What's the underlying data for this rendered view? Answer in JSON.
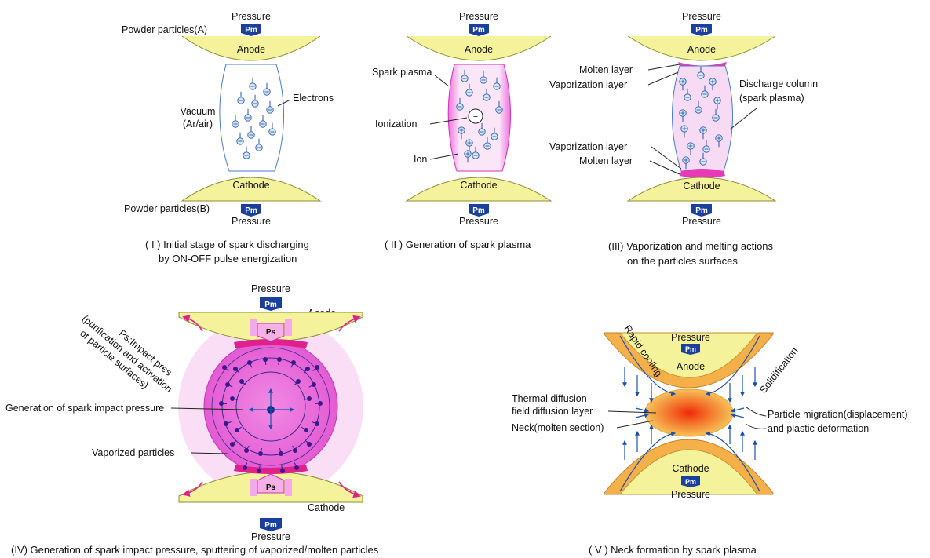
{
  "colors": {
    "electrode": "#f4f29a",
    "electrode_stroke": "#9a9a40",
    "plasma": "#f7d8f4",
    "plasma_edge": "#e040c8",
    "sphere": "#ec6fdc",
    "pm_badge": "#1a3f9c",
    "particle": "#3a68b8",
    "neck_outer": "#f5b04a",
    "neck_core": "#f03a10"
  },
  "panel1": {
    "pressure_top": "Pressure",
    "pressure_bottom": "Pressure",
    "pm_top": "Pm",
    "pm_bottom": "Pm",
    "powder_a": "Powder particles(A)",
    "powder_b": "Powder particles(B)",
    "anode": "Anode",
    "cathode": "Cathode",
    "vacuum_line1": "Vacuum",
    "vacuum_line2": "(Ar/air)",
    "electrons": "Electrons",
    "caption_line1": "( I ) Initial stage of spark discharging",
    "caption_line2": "by ON-OFF pulse energization"
  },
  "panel2": {
    "pressure_top": "Pressure",
    "pressure_bottom": "Pressure",
    "pm_top": "Pm",
    "pm_bottom": "Pm",
    "anode": "Anode",
    "cathode": "Cathode",
    "spark_plasma": "Spark plasma",
    "ionization": "Ionization",
    "ion": "Ion",
    "caption": "( II ) Generation of spark plasma"
  },
  "panel3": {
    "pressure_top": "Pressure",
    "pressure_bottom": "Pressure",
    "pm_top": "Pm",
    "pm_bottom": "Pm",
    "anode": "Anode",
    "cathode": "Cathode",
    "molten_top": "Molten layer",
    "vaporization_top": "Vaporization layer",
    "discharge_line1": "Discharge column",
    "discharge_line2": "(spark plasma)",
    "vaporization_bottom": "Vaporization layer",
    "molten_bottom": "Molten layer",
    "caption_line1": "(III) Vaporization and melting actions",
    "caption_line2": "on the particles surfaces"
  },
  "panel4": {
    "pressure_top": "Pressure",
    "pressure_bottom": "Pressure",
    "pm_top": "Pm",
    "pm_bottom": "Pm",
    "ps_top": "Ps",
    "ps_bottom": "Ps",
    "anode": "Anode",
    "cathode": "Cathode",
    "impact_line1": "Ps:Impact pres",
    "impact_line2": "(purification and activation",
    "impact_line3": "of particle surfaces)",
    "generation": "Generation of spark impact pressure",
    "vaporized": "Vaporized particles",
    "caption": "(IV) Generation of spark impact pressure, sputtering of vaporized/molten particles"
  },
  "panel5": {
    "pressure_top": "Pressure",
    "pressure_bottom": "Pressure",
    "pm_top": "Pm",
    "pm_bottom": "Pm",
    "anode": "Anode",
    "cathode": "Cathode",
    "rapid_cooling": "Rapid cooling",
    "solidification": "Solidification",
    "thermal_line1": "Thermal diffusion",
    "thermal_line2": "field diffusion layer",
    "neck": "Neck(molten section)",
    "migration_line1": "Particle migration(displacement)",
    "migration_line2": "and plastic deformation",
    "caption": "( V ) Neck formation by spark plasma"
  }
}
